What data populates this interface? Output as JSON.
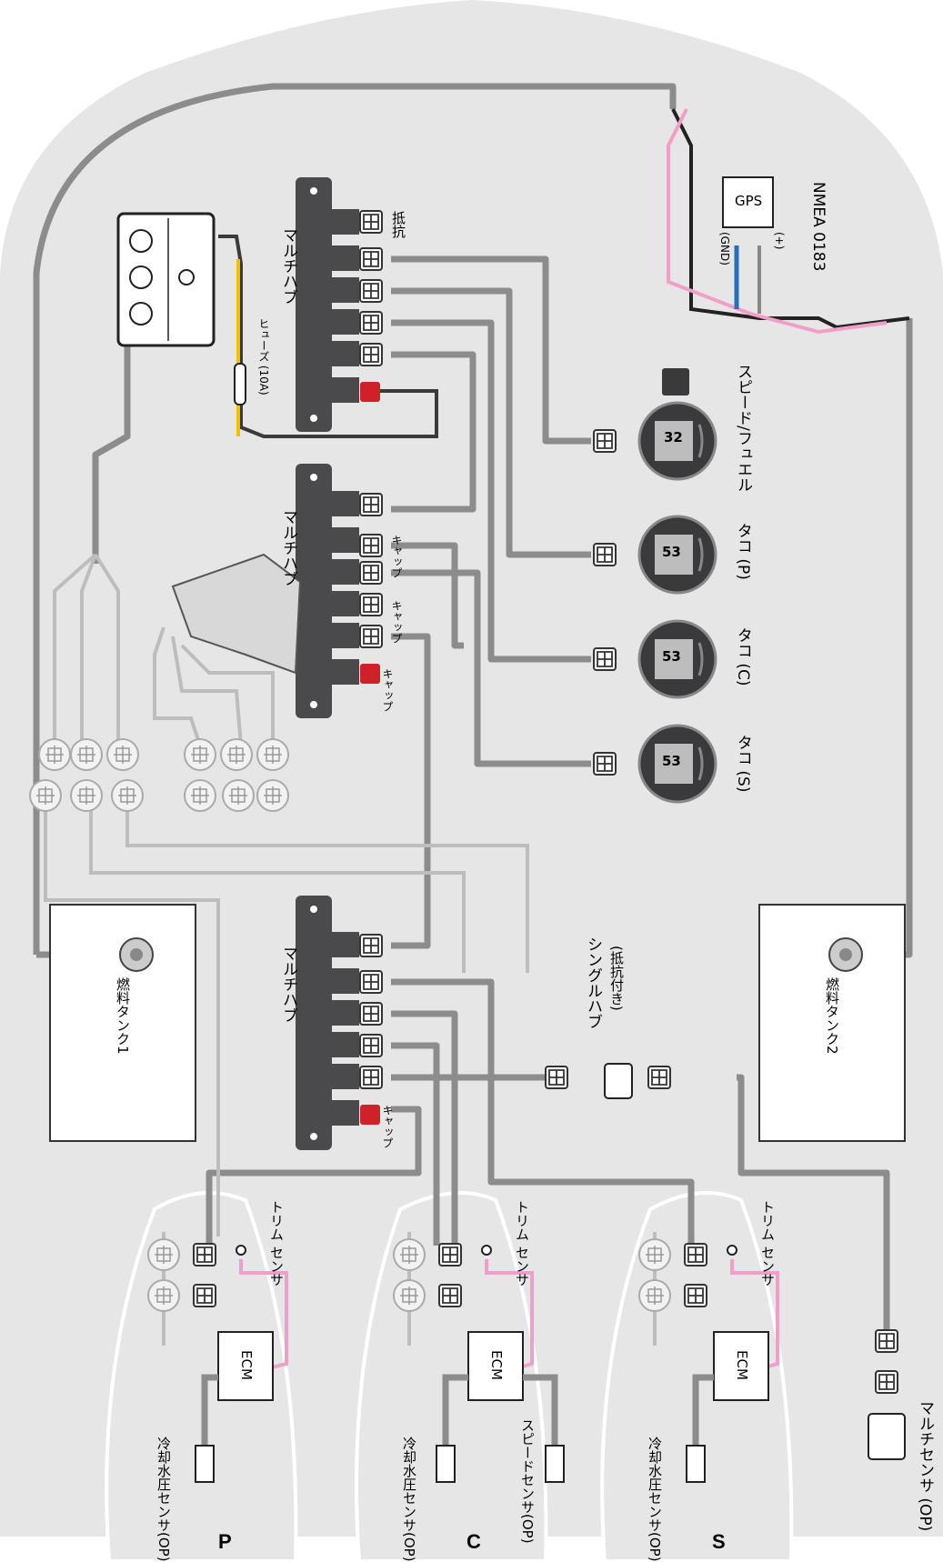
{
  "labels": {
    "multihub_1": "マルチハブ",
    "multihub_2": "マルチハブ",
    "multihub_3": "マルチハブ",
    "resistor": "抵抗",
    "cap": "キャップ",
    "fuse": "ヒューズ (10A)",
    "gps": "GPS",
    "nmea": "NMEA 0183",
    "gnd": "(GND)",
    "plus": "(+)",
    "speed_fuel": "スピード/フュエル",
    "tacho_p": "タコ (P)",
    "tacho_c": "タコ (C)",
    "tacho_s": "タコ (S)",
    "fuel_tank_1": "燃料タンク1",
    "fuel_tank_2": "燃料タンク2",
    "single_hub": "シングルハブ",
    "single_hub_note": "(抵抗付き)",
    "trim_sensor": "トリム センサ",
    "ecm": "ECM",
    "coolant_sensor_line1": "冷却水圧",
    "coolant_sensor_line2": "センサ(OP)",
    "speed_sensor_line1": "スピードセンサ",
    "speed_sensor_line2": "(OP)",
    "multi_sensor": "マルチセンサ (OP)",
    "engine_p": "P",
    "engine_c": "C",
    "engine_s": "S",
    "gauge_speed": "32",
    "gauge_tacho": "53"
  },
  "colors": {
    "background": "#e6e6e7",
    "cable": "#8c8c8c",
    "hub": "#4a4a4c",
    "cap": "#d0202a",
    "power": "#f2c200",
    "pink_wire": "#f0a0c8",
    "blue_wire": "#2a6fb5"
  },
  "icons": [
    "fuse-icon",
    "gps-antenna-icon",
    "gauge-icon",
    "throttle-lever-icon",
    "ecm-icon",
    "tank-sender-icon"
  ]
}
